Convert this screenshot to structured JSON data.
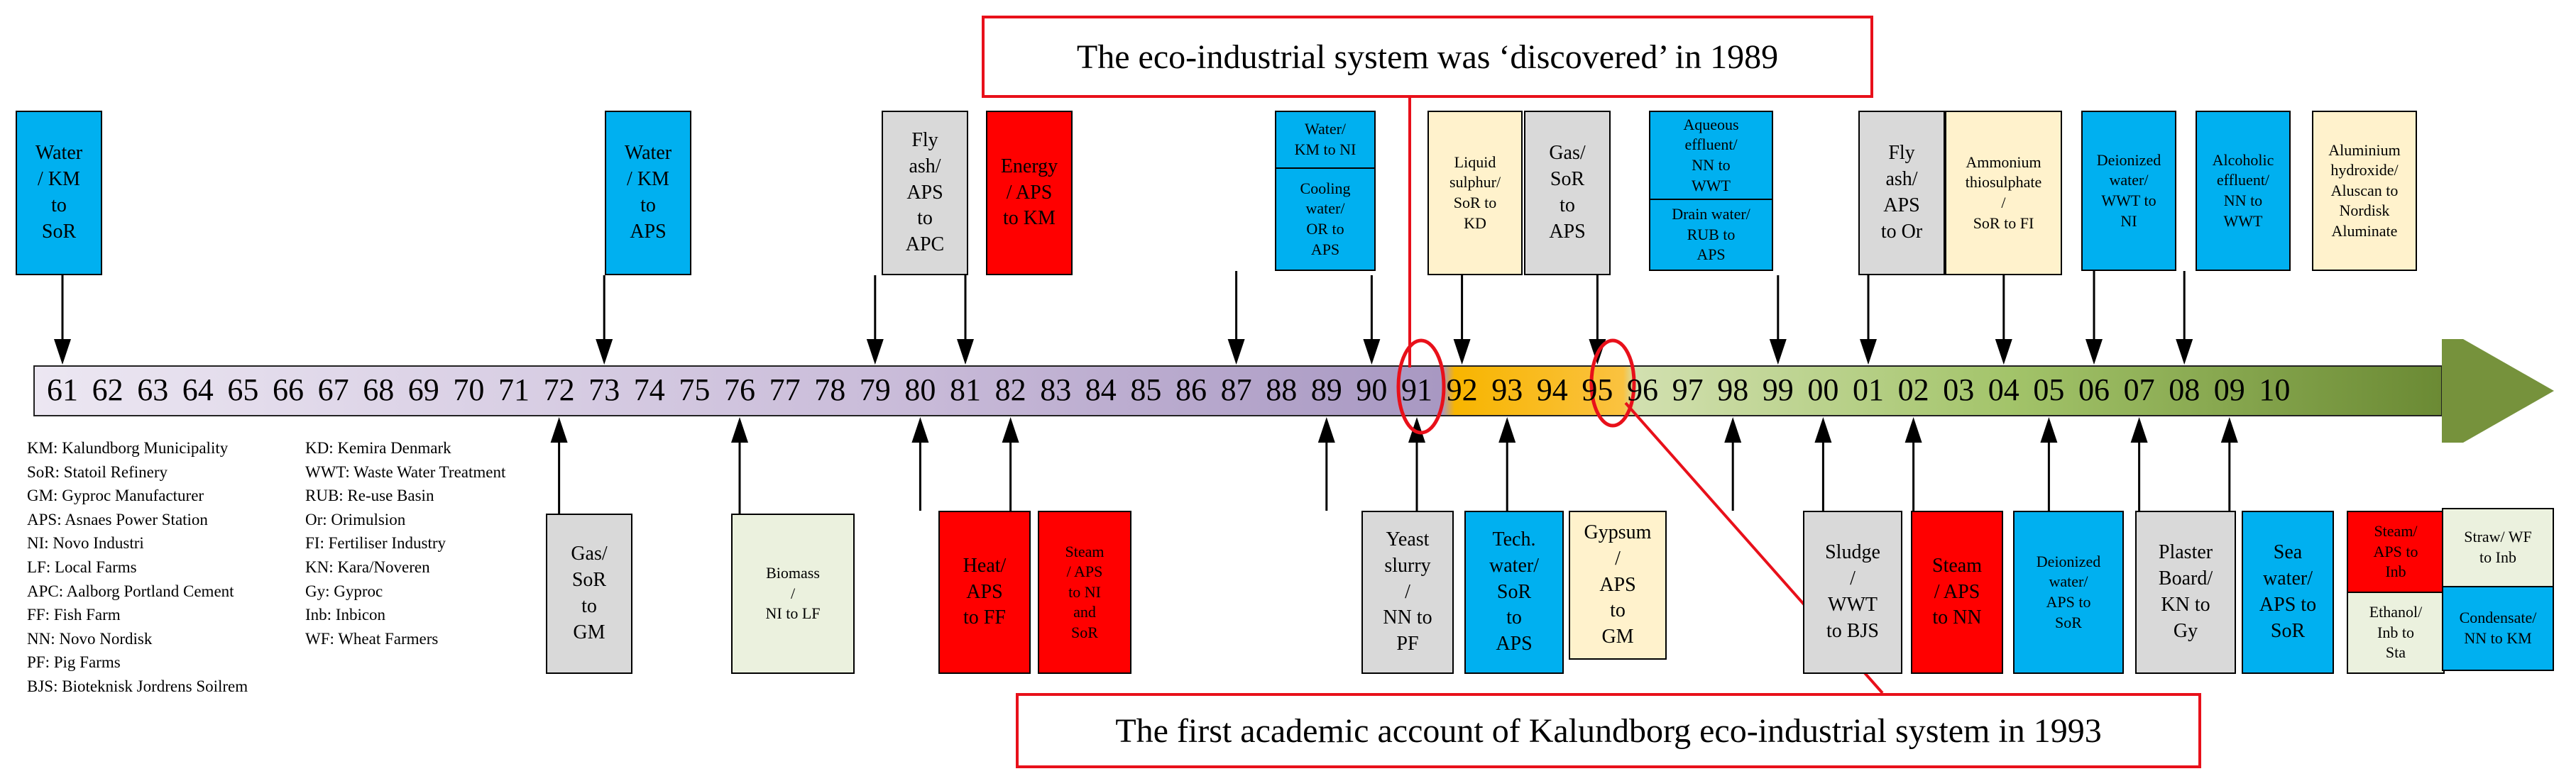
{
  "callouts": {
    "top": "The eco-industrial system was ‘discovered’ in 1989",
    "bottom": "The first academic account of Kalundborg eco-industrial system in 1993"
  },
  "years": [
    "61",
    "62",
    "63",
    "64",
    "65",
    "66",
    "67",
    "68",
    "69",
    "70",
    "71",
    "72",
    "73",
    "74",
    "75",
    "76",
    "77",
    "78",
    "79",
    "80",
    "81",
    "82",
    "83",
    "84",
    "85",
    "86",
    "87",
    "88",
    "89",
    "90",
    "91",
    "92",
    "93",
    "94",
    "95",
    "96",
    "97",
    "98",
    "99",
    "00",
    "01",
    "02",
    "03",
    "04",
    "05",
    "06",
    "07",
    "08",
    "09",
    "10"
  ],
  "events_top": [
    {
      "year_index": 0,
      "label": "Water\n/ KM\nto\nSoR",
      "color": "blue"
    },
    {
      "year_index": 12,
      "label": "Water\n/ KM\nto\nAPS",
      "color": "blue"
    },
    {
      "year_index": 18,
      "label": "Fly\nash/\nAPS\nto\nAPC",
      "color": "grey"
    },
    {
      "year_index": 20,
      "label": "Energy\n/ APS\nto KM",
      "color": "red"
    },
    {
      "year_index": 26,
      "label": "Water/\nKM to NI",
      "label2": "Cooling\nwater/\nOR to\nAPS",
      "color": "blue"
    },
    {
      "year_index": 29,
      "label": "Liquid\nsulphur/\nSoR to\nKD",
      "color": "cream"
    },
    {
      "year_index": 31,
      "label": "Gas/\nSoR\nto\nAPS",
      "color": "grey"
    },
    {
      "year_index": 34,
      "label": "Aqueous\neffluent/\nNN to\nWWT",
      "label2": "Drain water/\nRUB to\nAPS",
      "color": "blue"
    },
    {
      "year_index": 38,
      "label": "Fly\nash/\nAPS\nto Or",
      "color": "grey"
    },
    {
      "year_index": 40,
      "label": "Ammonium\nthiosulphate\n/\nSoR to FI",
      "color": "cream"
    },
    {
      "year_index": 43,
      "label": "Deionized\nwater/\nWWT to\nNI",
      "color": "blue"
    },
    {
      "year_index": 45,
      "label": "Alcoholic\neffluent/\nNN to\nWWT",
      "color": "blue"
    },
    {
      "year_index": 47,
      "label": "Aluminium\nhydroxide/\nAluscan to\nNordisk\nAluminate",
      "color": "cream"
    }
  ],
  "events_bottom": [
    {
      "year_index": 11,
      "label": "Gas/\nSoR\nto\nGM",
      "color": "grey"
    },
    {
      "year_index": 15,
      "label": "Biomass\n/\nNI to LF",
      "color": "lgreen"
    },
    {
      "year_index": 19,
      "label": "Heat/\nAPS\nto FF",
      "color": "red"
    },
    {
      "year_index": 21,
      "label": "Steam\n/ APS\nto NI\nand\nSoR",
      "color": "red"
    },
    {
      "year_index": 28,
      "label": "Yeast\nslurry\n/\nNN to\nPF",
      "color": "grey"
    },
    {
      "year_index": 30,
      "label": "Tech.\nwater/\nSoR\nto\nAPS",
      "color": "blue"
    },
    {
      "year_index": 32,
      "label": "Gypsum\n/\nAPS\nto\nGM",
      "color": "cream"
    },
    {
      "year_index": 37,
      "label": "Sludge\n/\nWWT\nto BJS",
      "color": "grey"
    },
    {
      "year_index": 39,
      "label": "Steam\n/ APS\nto NN",
      "color": "red"
    },
    {
      "year_index": 41,
      "label": "Deionized\nwater/\nAPS to\nSoR",
      "color": "blue"
    },
    {
      "year_index": 44,
      "label": "Plaster\nBoard/\nKN to\nGy",
      "color": "grey"
    },
    {
      "year_index": 46,
      "label": "Sea\nwater/\nAPS to\nSoR",
      "color": "blue"
    },
    {
      "year_index": 48,
      "label": "Steam/\nAPS to\nInb",
      "label2": "Ethanol/\nInb to\nSta",
      "color": "red"
    },
    {
      "year_index": 49,
      "label": "Straw/ WF\nto Inb",
      "label2": "Condensate/\nNN to KM",
      "color": "lgreen"
    }
  ],
  "legend_left": [
    "KM: Kalundborg Municipality",
    "SoR: Statoil Refinery",
    "GM: Gyproc Manufacturer",
    "APS: Asnaes Power Station",
    "NI: Novo Industri",
    "LF: Local Farms",
    "APC: Aalborg Portland Cement",
    "FF: Fish Farm",
    "NN: Novo Nordisk",
    "PF: Pig Farms",
    "BJS: Bioteknisk Jordrens Soilrem"
  ],
  "legend_right": [
    "KD: Kemira Denmark",
    "WWT: Waste Water Treatment",
    "RUB: Re-use Basin",
    "Or: Orimulsion",
    "FI: Fertiliser Industry",
    "KN: Kara/Noveren",
    "Gy: Gyproc",
    "Inb: Inbicon",
    "WF: Wheat Farmers"
  ],
  "colors": {
    "blue": "#00b0f0",
    "red": "#ff0000",
    "grey": "#d9d9d9",
    "cream": "#fff2cc",
    "light_green": "#ebf1de",
    "callout_border": "#e8101a",
    "period_1": "#ccc0da",
    "period_2": "#f5a623",
    "period_3": "#9bbb59",
    "arrow_head": "#76923c"
  }
}
